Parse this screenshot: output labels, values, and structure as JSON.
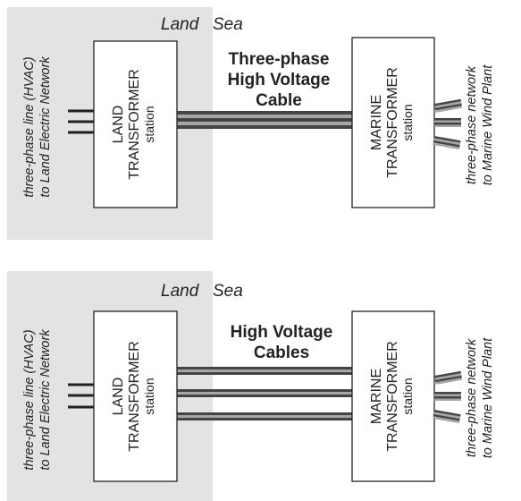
{
  "colors": {
    "land_fill": "#e3e3e3",
    "cable_dark": "#444444",
    "cable_light": "#a6a6a6",
    "line": "#222222"
  },
  "diagram_top": {
    "land_label": "Land",
    "sea_label": "Sea",
    "land_station": [
      "LAND",
      "TRANSFORMER",
      "station"
    ],
    "marine_station": [
      "MARINE",
      "TRANSFORMER",
      "station"
    ],
    "cable_label": [
      "Three-phase",
      "High Voltage",
      "Cable"
    ],
    "left_side_label": [
      "three-phase line (HVAC)",
      "to Land Electric Network"
    ],
    "right_side_label": [
      "three-phase network",
      "to Marine Wind Plant"
    ]
  },
  "diagram_bottom": {
    "land_label": "Land",
    "sea_label": "Sea",
    "land_station": [
      "LAND",
      "TRANSFORMER",
      "station"
    ],
    "marine_station": [
      "MARINE",
      "TRANSFORMER",
      "station"
    ],
    "cable_label": [
      "High Voltage",
      "Cables"
    ],
    "left_side_label": [
      "three-phase line (HVAC)",
      "to Land Electric Network"
    ],
    "right_side_label": [
      "three-phase network",
      "to Marine Wind Plant"
    ]
  }
}
